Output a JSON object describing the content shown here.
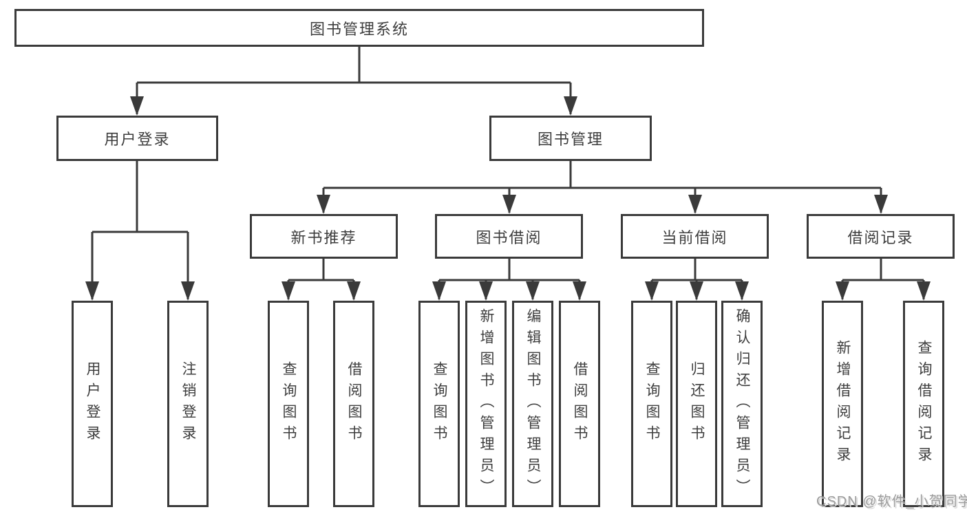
{
  "diagram": {
    "root": {
      "label": "图书管理系统"
    },
    "level2": [
      {
        "label": "用户登录",
        "children": [
          {
            "label": "用户登录"
          },
          {
            "label": "注销登录"
          }
        ]
      },
      {
        "label": "图书管理",
        "children": [
          {
            "label": "新书推荐",
            "children": [
              {
                "label": "查询图书"
              },
              {
                "label": "借阅图书"
              }
            ]
          },
          {
            "label": "图书借阅",
            "children": [
              {
                "label": "查询图书"
              },
              {
                "label": "新增图书（管理员）"
              },
              {
                "label": "编辑图书（管理员）"
              },
              {
                "label": "借阅图书"
              }
            ]
          },
          {
            "label": "当前借阅",
            "children": [
              {
                "label": "查询图书"
              },
              {
                "label": "归还图书"
              },
              {
                "label": "确认归还（管理员）"
              }
            ]
          },
          {
            "label": "借阅记录",
            "children": [
              {
                "label": "新增借阅记录"
              },
              {
                "label": "查询借阅记录"
              }
            ]
          }
        ]
      }
    ]
  },
  "watermark": {
    "text": "CSDN @软件_小贺同学"
  },
  "colors": {
    "line": "#3a3a3a",
    "text": "#3d3d3d",
    "background": "#ffffff",
    "watermark": "#949494"
  }
}
